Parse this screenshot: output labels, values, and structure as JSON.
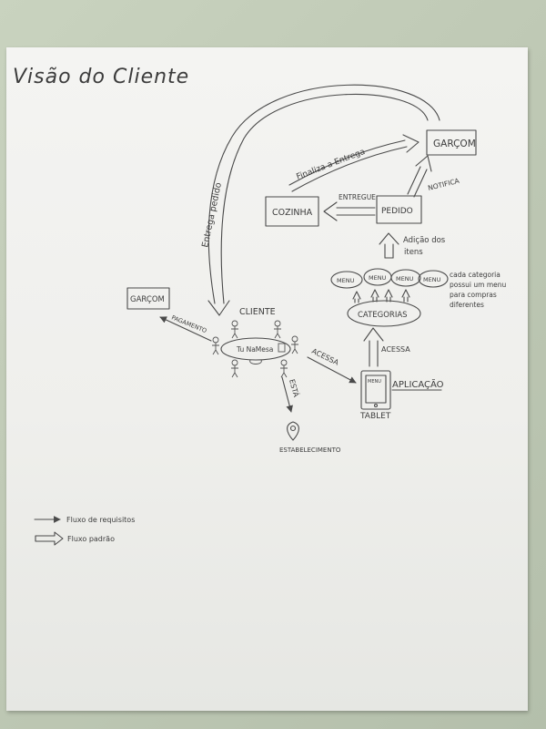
{
  "title": "Visão do Cliente",
  "nodes": {
    "garcom_top": "GARÇOM",
    "cozinha": "COZINHA",
    "pedido": "PEDIDO",
    "garcom_left": "GARÇOM",
    "cliente": "CLIENTE",
    "mesa": "Tu NaMesa",
    "categorias": "CATEGORIAS",
    "menu1": "MENU",
    "menu2": "MENU",
    "menu3": "MENU",
    "menu4": "MENU",
    "tablet": "TABLET",
    "tablet_screen": "MENU",
    "aplicacao": "APLICAÇÃO",
    "estabelecimento": "ESTABELECIMENTO"
  },
  "edges": {
    "finaliza_entrega": "Finaliza a Entrega",
    "notifica": "NOTIFICA",
    "entregue": "ENTREGUE",
    "entrega_pedido": "Entrega pedido",
    "adicao_itens_1": "Adição dos",
    "adicao_itens_2": "itens",
    "pagamento": "PAGAMENTO",
    "acessa_cliente": "ACESSA",
    "acessa_app": "ACESSA",
    "esta": "ESTÁ"
  },
  "note": {
    "line1": "cada categoria",
    "line2": "possui um menu",
    "line3": "para compras",
    "line4": "diferentes"
  },
  "legend": {
    "requisitos": "Fluxo de requisitos",
    "padrao": "Fluxo padrão"
  }
}
